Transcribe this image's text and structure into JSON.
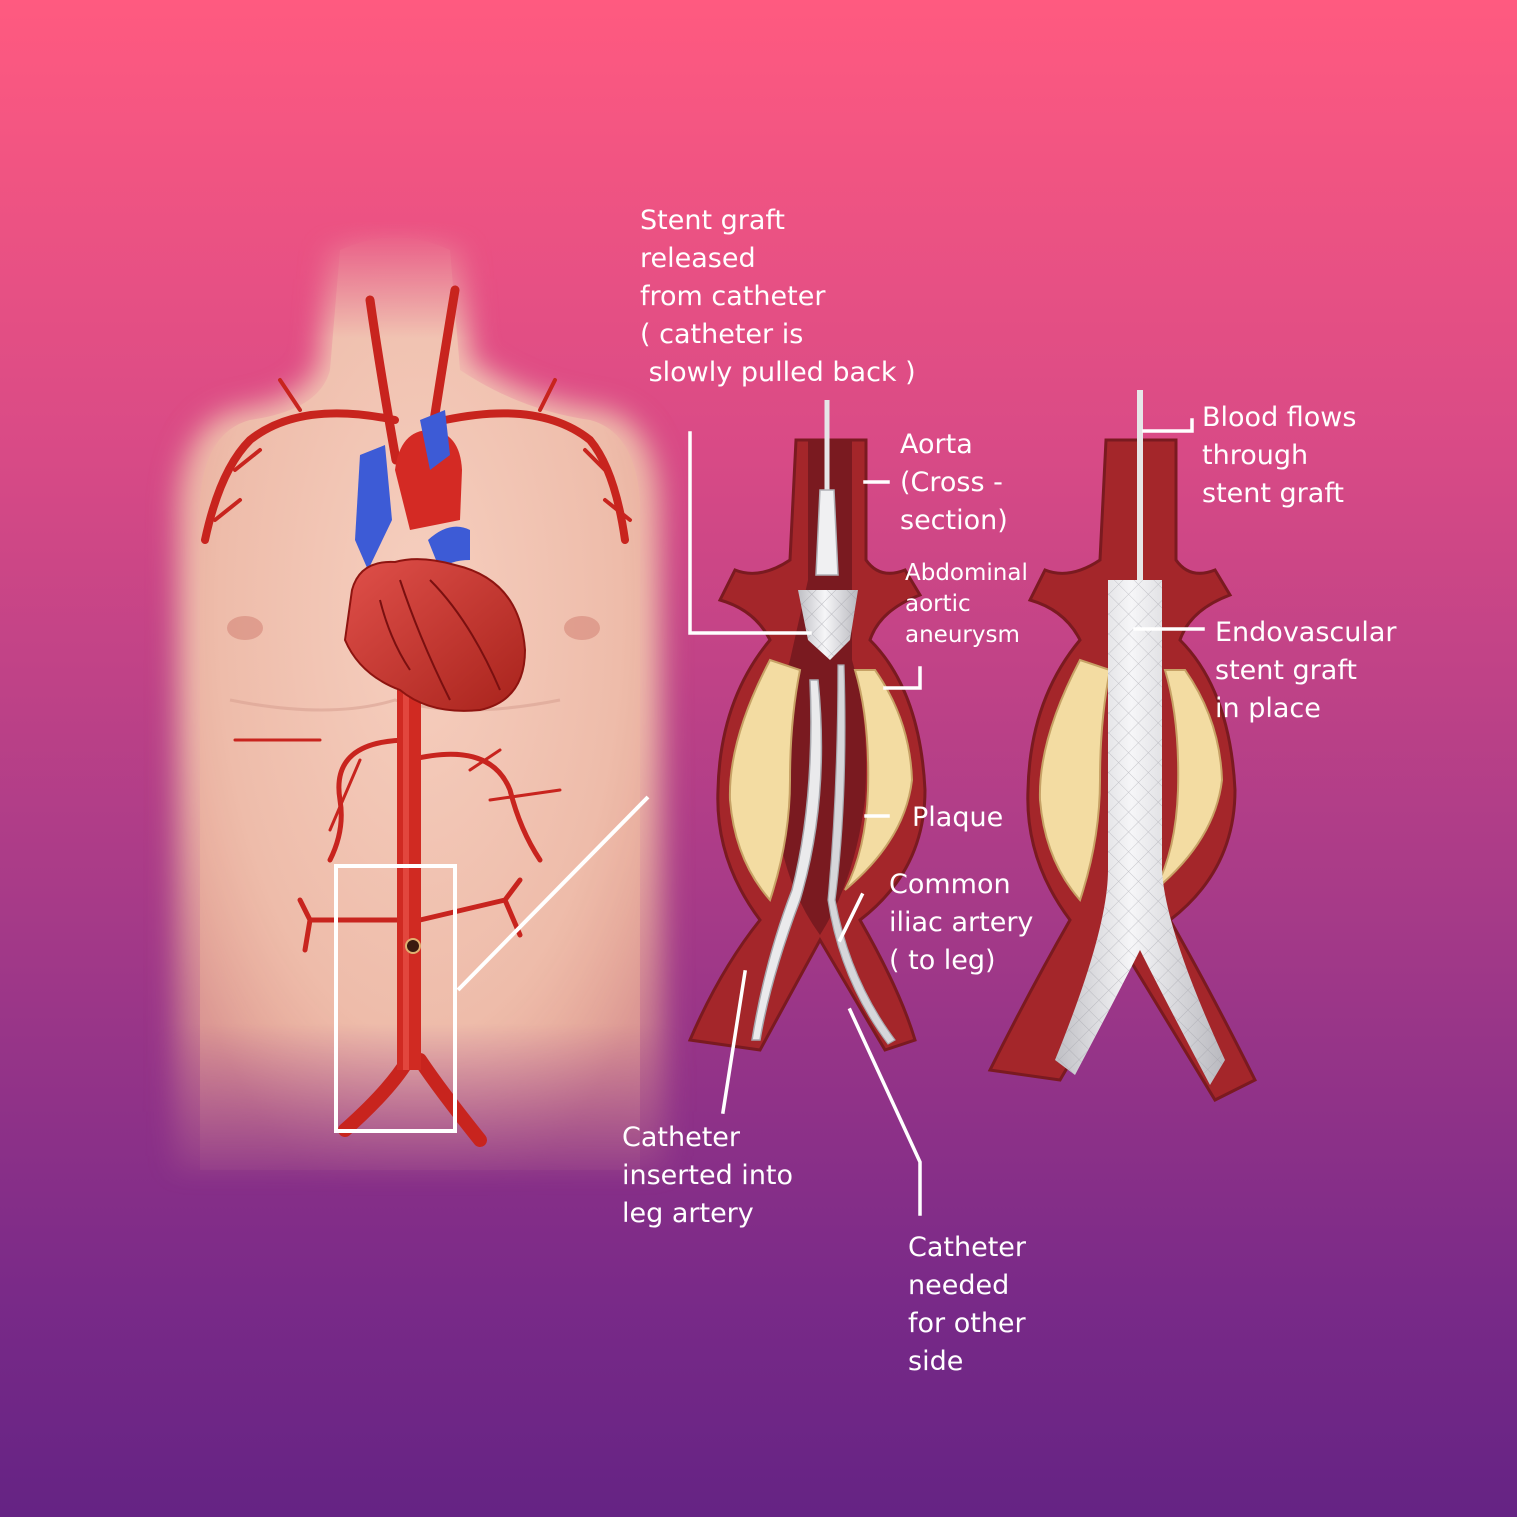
{
  "colors": {
    "artery": "#d02a22",
    "artery_dark": "#8e1410",
    "vein": "#3d5bd6",
    "skin": "#f2c0ae",
    "plaque": "#f3dca2",
    "graft": "#e4e4e6",
    "wall": "#a4262a",
    "lumen": "#7a1a20",
    "line": "#ffffff"
  },
  "labels": {
    "stent_released": "Stent graft\nreleased\nfrom catheter\n( catheter is\n slowly pulled back )",
    "aorta": "Aorta\n(Cross -\nsection)",
    "aneurysm": "Abdominal\naortic\naneurysm",
    "plaque": "Plaque",
    "iliac": "Common\niliac artery\n( to leg)",
    "catheter_inserted": "Catheter\ninserted into\nleg artery",
    "catheter_other": "Catheter\nneeded\nfor other\nside",
    "blood_flows": "Blood flows\nthrough\nstent graft",
    "endovascular": "Endovascular\nstent graft\nin place"
  }
}
